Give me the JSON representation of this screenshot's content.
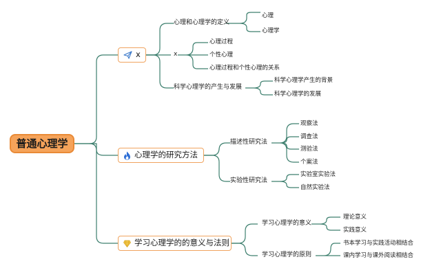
{
  "root": {
    "label": "普通心理学"
  },
  "branches": [
    {
      "label": "x",
      "icon": "paper-plane-icon",
      "children": [
        {
          "label": "心理和心理学的定义",
          "children": [
            "心理",
            "心理学"
          ]
        },
        {
          "label": "x",
          "children": [
            "心理过程",
            "个性心理",
            "心理过程和个性心理的关系"
          ]
        },
        {
          "label": "科学心理学的产生与发展",
          "children": [
            "科学心理学产生的背景",
            "科学心理学的发展"
          ]
        }
      ]
    },
    {
      "label": "心理学的研究方法",
      "icon": "flame-icon",
      "children": [
        {
          "label": "描述性研究法",
          "children": [
            "观察法",
            "调查法",
            "测验法",
            "个案法"
          ]
        },
        {
          "label": "实验性研究法",
          "children": [
            "实验室实验法",
            "自然实验法"
          ]
        }
      ]
    },
    {
      "label": "学习心理学的的意义与法则",
      "icon": "diamond-icon",
      "children": [
        {
          "label": "学习心理学的意义",
          "children": [
            "理论意义",
            "实践意义"
          ]
        },
        {
          "label": "学习心理学的原则",
          "children": [
            "书本学习与实践活动相结合",
            "课内学习与课外阅读相结合"
          ]
        }
      ]
    }
  ],
  "colors": {
    "line": "#3d7f6e",
    "branch_border": "#f0a35e",
    "root_fill": "#f5a35a",
    "icon_blue": "#3a78c9",
    "icon_flame": "#2f6fd6",
    "icon_diamond": "#f3c84b"
  }
}
